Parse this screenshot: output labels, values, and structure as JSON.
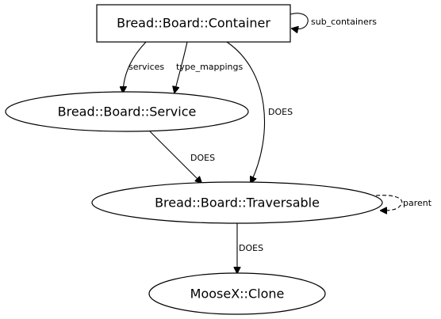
{
  "nodes": {
    "container": {
      "label": "Bread::Board::Container",
      "shape": "box"
    },
    "service": {
      "label": "Bread::Board::Service",
      "shape": "ellipse"
    },
    "traversable": {
      "label": "Bread::Board::Traversable",
      "shape": "ellipse"
    },
    "clone": {
      "label": "MooseX::Clone",
      "shape": "ellipse"
    }
  },
  "edges": {
    "sub_containers": {
      "from": "container",
      "to": "container",
      "label": "sub_containers",
      "style": "solid"
    },
    "services": {
      "from": "container",
      "to": "service",
      "label": "services",
      "style": "solid"
    },
    "type_mappings": {
      "from": "container",
      "to": "service",
      "label": "type_mappings",
      "style": "solid"
    },
    "container_does": {
      "from": "container",
      "to": "traversable",
      "label": "DOES",
      "style": "solid"
    },
    "service_does": {
      "from": "service",
      "to": "traversable",
      "label": "DOES",
      "style": "solid"
    },
    "parent": {
      "from": "traversable",
      "to": "traversable",
      "label": "parent",
      "style": "dashed"
    },
    "traversable_does": {
      "from": "traversable",
      "to": "clone",
      "label": "DOES",
      "style": "solid"
    }
  }
}
